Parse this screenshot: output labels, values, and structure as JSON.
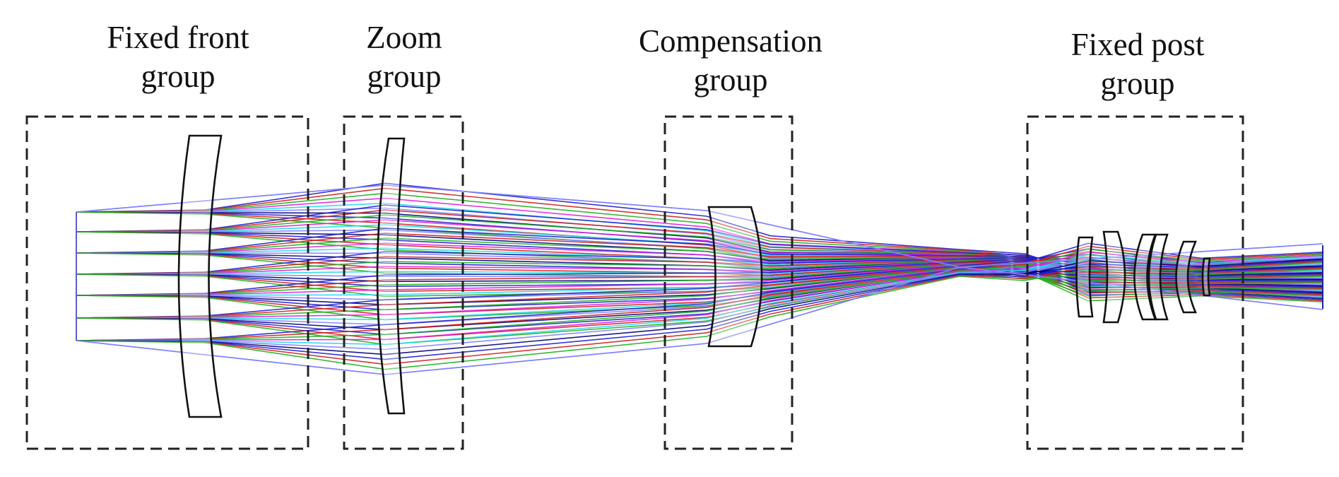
{
  "groups": [
    {
      "id": "fixed-front",
      "line1": "Fixed front",
      "line2": "group"
    },
    {
      "id": "zoom",
      "line1": "Zoom",
      "line2": "group"
    },
    {
      "id": "compensation",
      "line1": "Compensation",
      "line2": "group"
    },
    {
      "id": "fixed-post",
      "line1": "Fixed post",
      "line2": "group"
    }
  ],
  "ray_colors": [
    "#2020d0",
    "#d02020",
    "#20b020",
    "#e020e0",
    "#20d8e8",
    "#8080ff",
    "#000080"
  ]
}
